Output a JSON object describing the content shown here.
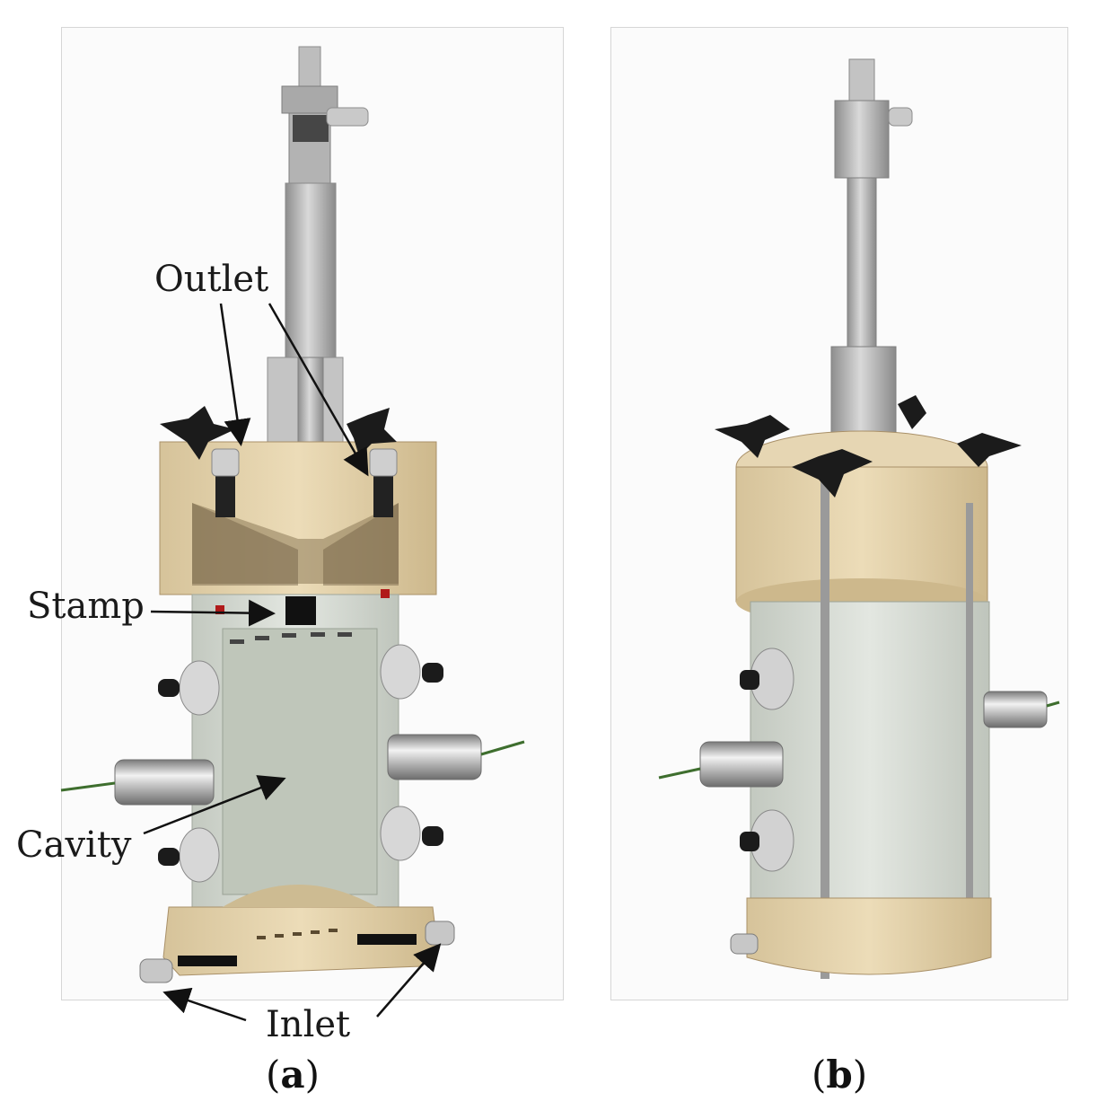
{
  "figure": {
    "panel_a": {
      "caption_open": "(",
      "caption_letter": "a",
      "caption_close": ")",
      "labels": {
        "outlet": "Outlet",
        "stamp": "Stamp",
        "cavity": "Cavity",
        "inlet": "Inlet"
      }
    },
    "panel_b": {
      "caption_open": "(",
      "caption_letter": "b",
      "caption_close": ")"
    }
  },
  "colors": {
    "beige": "#e0cfa8",
    "beige_dark": "#b9a47a",
    "steel": "#b9b9b9",
    "cylinder": "#d5dad3",
    "cavity": "#c5cbc0",
    "knob": "#1b1b1b"
  }
}
